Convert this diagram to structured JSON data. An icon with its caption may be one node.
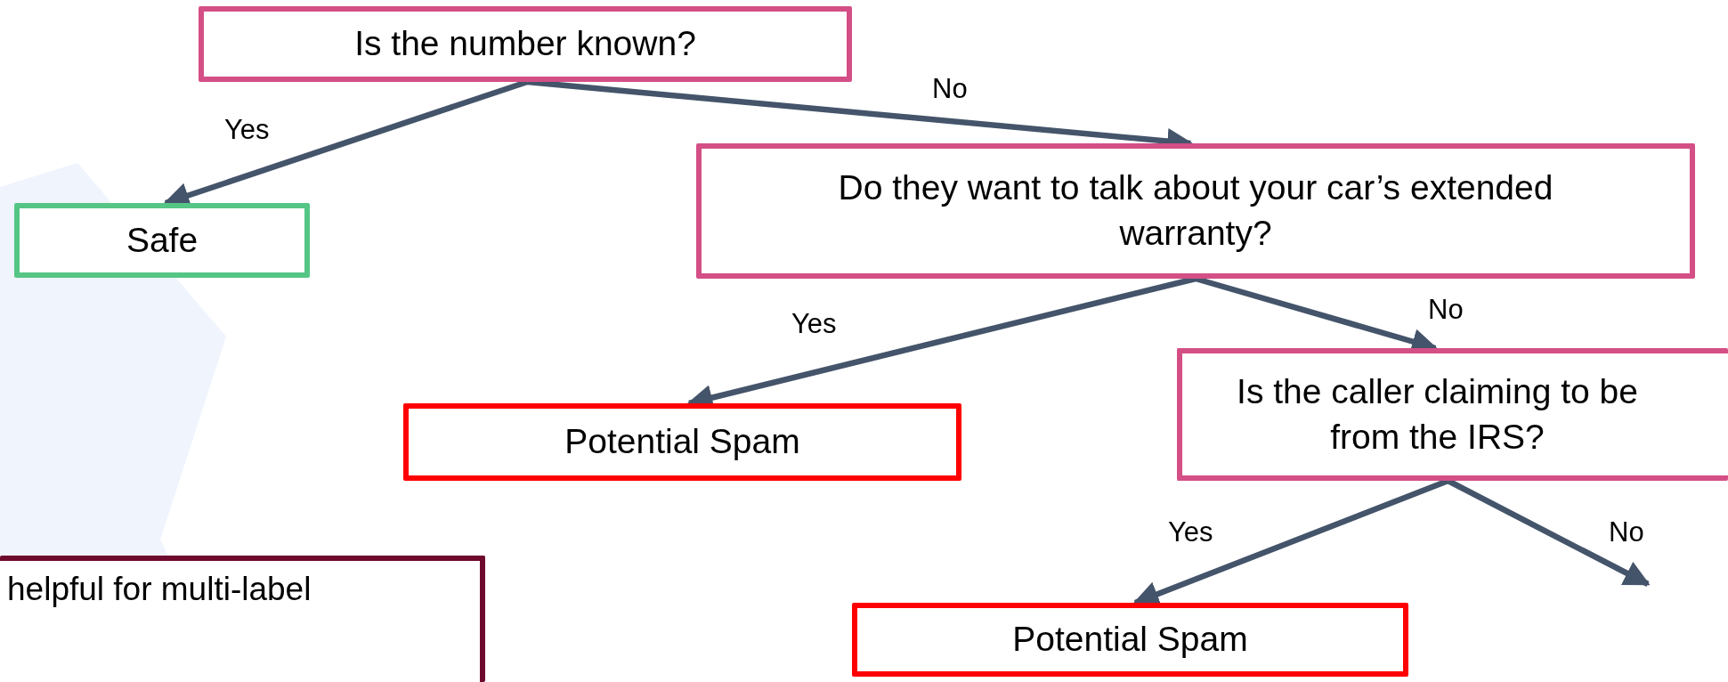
{
  "diagram": {
    "nodes": [
      {
        "text": [
          "Is the number known?"
        ]
      },
      {
        "text": [
          "Safe"
        ]
      },
      {
        "text": [
          "Do they want to talk about your car’s extended warranty?"
        ]
      },
      {
        "text": [
          "Potential Spam"
        ]
      },
      {
        "text": [
          "Is the caller claiming to be from the IRS?"
        ]
      },
      {
        "text": [
          "Potential Spam"
        ]
      },
      {
        "text": [
          "helpful for multi-label"
        ]
      }
    ],
    "edges": [
      {
        "from": 0,
        "to": 1,
        "arrow": "to",
        "label": "Yes"
      },
      {
        "from": 0,
        "to": 2,
        "arrow": "to",
        "label": "No"
      },
      {
        "from": 2,
        "to": 3,
        "arrow": "to",
        "label": "Yes"
      },
      {
        "from": 2,
        "to": 4,
        "arrow": "to",
        "label": "No"
      },
      {
        "from": 4,
        "to": 5,
        "arrow": "to",
        "label": "Yes"
      },
      {
        "from": 4,
        "to": null,
        "arrow": "to",
        "label": "No"
      }
    ]
  }
}
